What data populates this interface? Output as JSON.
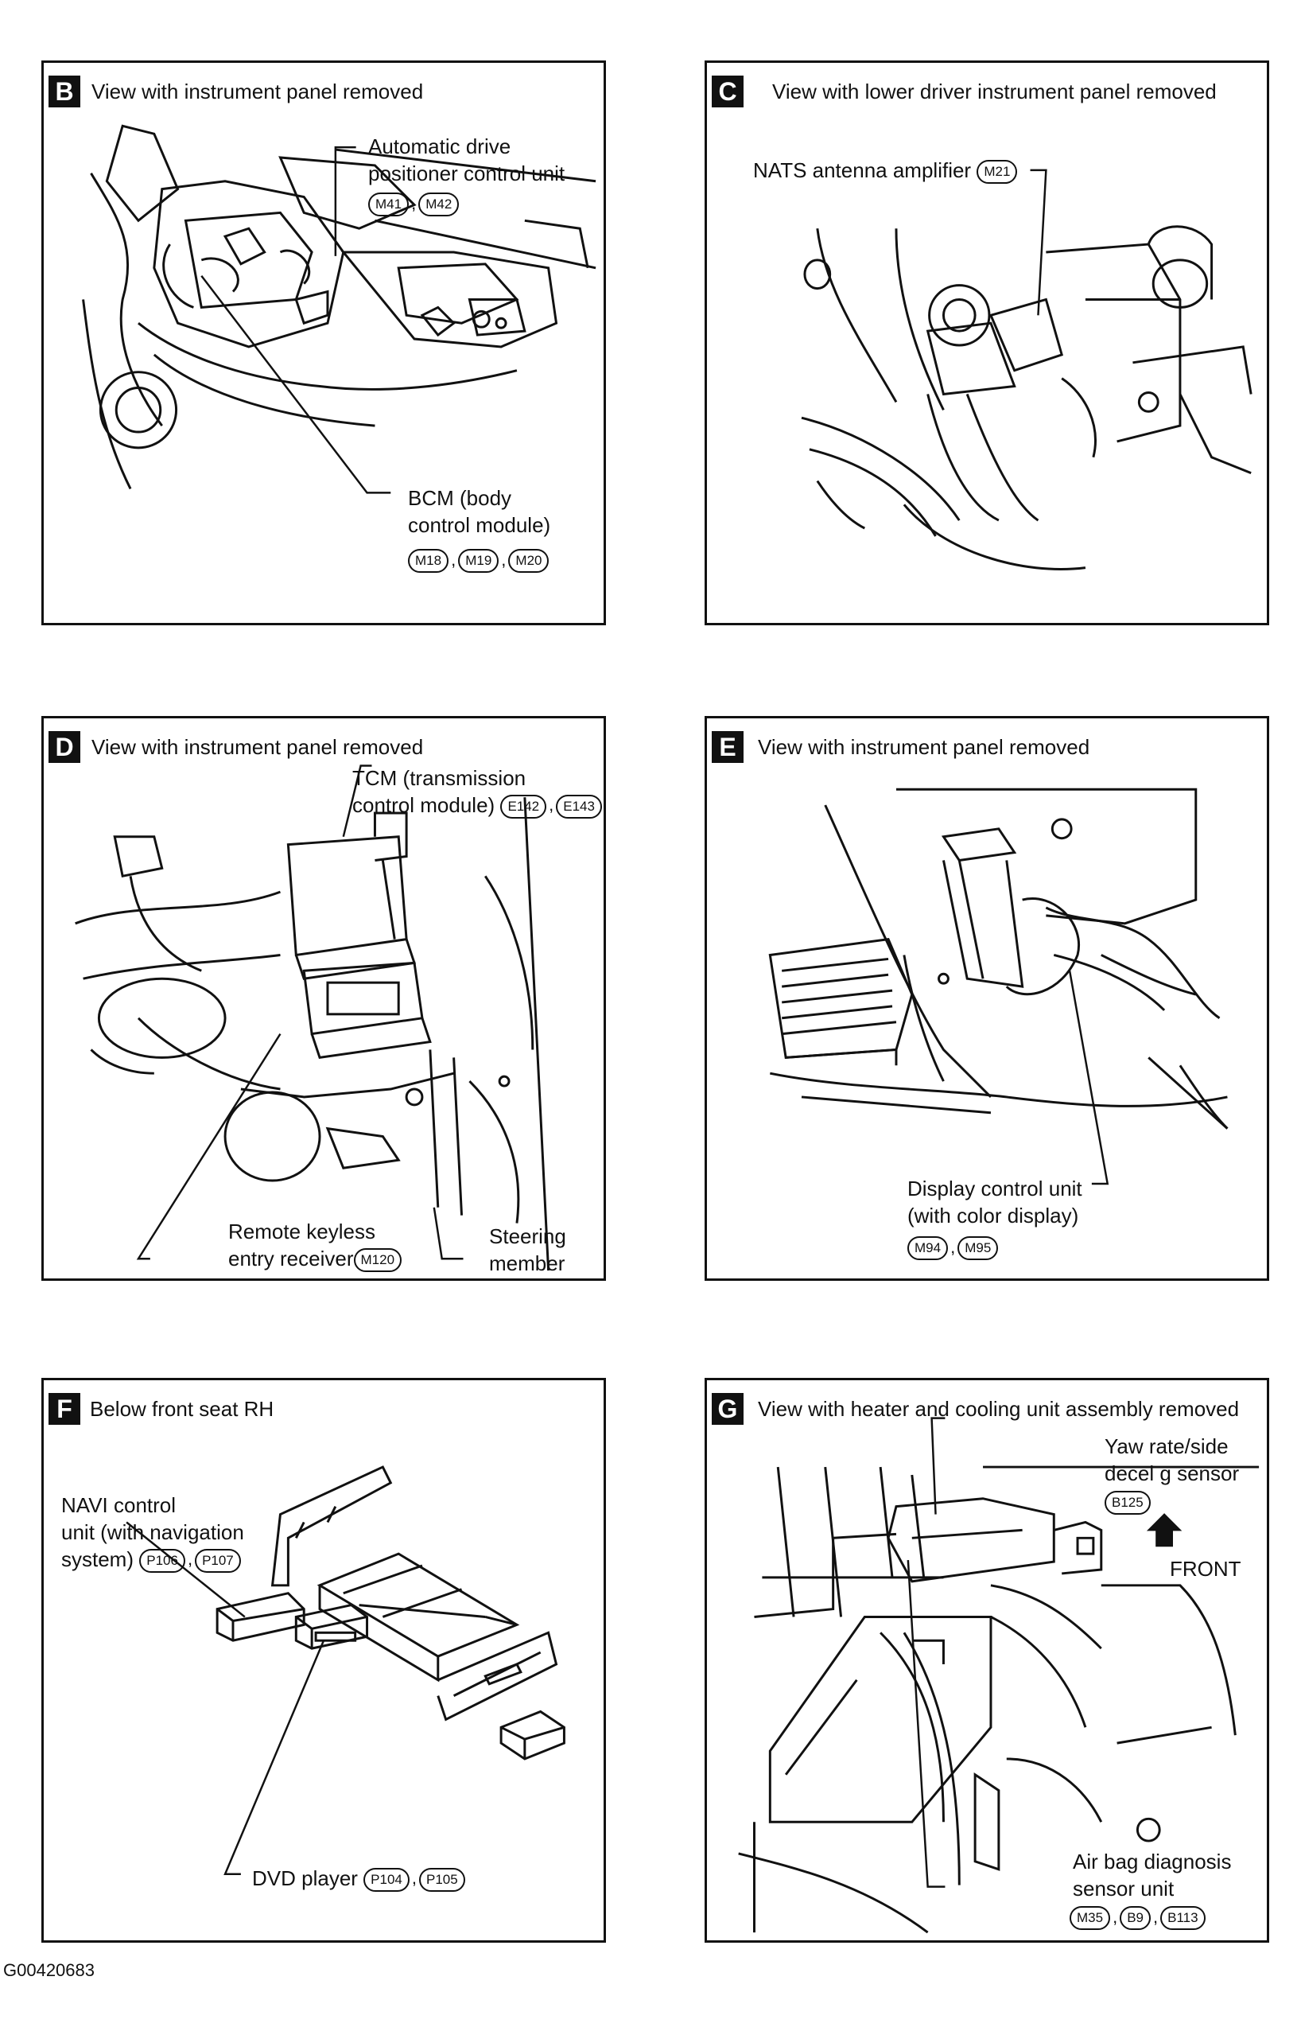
{
  "panels": {
    "b": {
      "tag": "B",
      "title": "View with instrument panel removed",
      "label1": [
        "Automatic drive",
        "positioner control unit"
      ],
      "label1_connectors": [
        "M41",
        "M42"
      ],
      "label2": [
        "BCM (body",
        "control module)"
      ],
      "label2_connectors": [
        "M18",
        "M19",
        "M20"
      ]
    },
    "c": {
      "tag": "C",
      "title": "View with lower driver instrument panel removed",
      "label1": [
        "NATS antenna amplifier"
      ],
      "label1_connectors": [
        "M21"
      ]
    },
    "d": {
      "tag": "D",
      "title": "View with instrument panel removed",
      "label1": [
        "TCM (transmission",
        "control module)"
      ],
      "label1_connectors": [
        "E142",
        "E143"
      ],
      "label2": [
        "Remote keyless",
        "entry receiver"
      ],
      "label2_connectors": [
        "M120"
      ],
      "label3": [
        "Steering",
        "member"
      ]
    },
    "e": {
      "tag": "E",
      "title": "View with instrument panel removed",
      "label1": [
        "Display control unit",
        "(with color display)"
      ],
      "label1_connectors": [
        "M94",
        "M95"
      ]
    },
    "f": {
      "tag": "F",
      "title": "Below front seat RH",
      "label1": [
        "NAVI control",
        "unit (with navigation",
        "system)"
      ],
      "label1_connectors": [
        "P106",
        "P107"
      ],
      "label2": [
        "DVD player"
      ],
      "label2_connectors": [
        "P104",
        "P105"
      ]
    },
    "g": {
      "tag": "G",
      "title": "View with heater and cooling unit assembly removed",
      "label1": [
        "Yaw rate/side",
        "decel g sensor"
      ],
      "label1_connectors": [
        "B125"
      ],
      "label2": [
        "Air bag diagnosis",
        "sensor unit"
      ],
      "label2_connectors": [
        "M35",
        "B9",
        "B113"
      ],
      "front_label": "FRONT"
    }
  },
  "figure_id": "G00420683"
}
